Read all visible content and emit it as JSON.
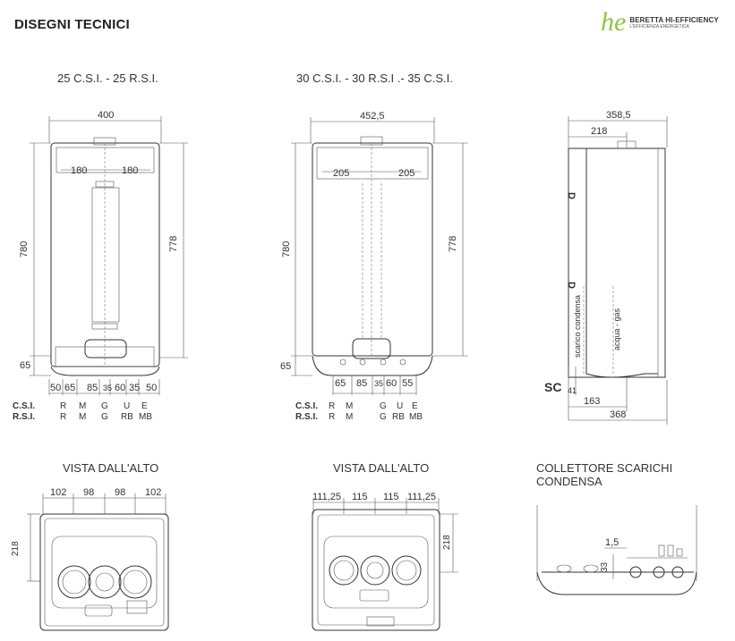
{
  "header": {
    "title": "DISEGNI TECNICI"
  },
  "logo": {
    "mark": "he",
    "brand": "BERETTA HI-EFFICIENCY",
    "tagline": "L'EFFICIENZA ENERGETICA"
  },
  "front_25": {
    "caption": "25 C.S.I. -  25 R.S.I.",
    "dims": {
      "width": "400",
      "half_left": "180",
      "half_right": "180",
      "height": "780",
      "inner_height": "778",
      "bottom": "65"
    },
    "bottom_spacing": [
      "50",
      "65",
      "85",
      "35",
      "60",
      "35",
      "50"
    ],
    "csi": {
      "label": "C.S.I.",
      "codes": [
        "R",
        "M",
        "G",
        "U",
        "E"
      ]
    },
    "rsi": {
      "label": "R.S.I.",
      "codes": [
        "R",
        "M",
        "G",
        "RB",
        "MB"
      ]
    }
  },
  "front_30": {
    "caption": "30 C.S.I. -  30 R.S.I .- 35 C.S.I.",
    "dims": {
      "width": "452,5",
      "half_left": "205",
      "half_right": "205",
      "height": "780",
      "inner_height": "778",
      "bottom": "65"
    },
    "bottom_spacing": [
      "65",
      "85",
      "35",
      "60",
      "55"
    ],
    "csi": {
      "label": "C.S.I.",
      "codes": [
        "R",
        "M",
        "G",
        "U",
        "E"
      ]
    },
    "rsi": {
      "label": "R.S.I.",
      "codes": [
        "R",
        "M",
        "G",
        "RB",
        "MB"
      ]
    }
  },
  "side": {
    "dims": {
      "depth": "358,5",
      "top": "218",
      "sc": "SC",
      "offset": "41",
      "bottom_a": "163",
      "bottom_b": "368"
    },
    "labels": {
      "scarico": "scarico condensa",
      "acqua": "acqua - gas"
    },
    "markers": [
      "D",
      "D"
    ]
  },
  "top_view_25": {
    "caption": "VISTA DALL'ALTO",
    "dims": [
      "102",
      "98",
      "98",
      "102"
    ],
    "side_dim": "218"
  },
  "top_view_30": {
    "caption": "VISTA DALL'ALTO",
    "dims": [
      "111,25",
      "115",
      "115",
      "111,25"
    ],
    "side_dim": "218"
  },
  "collettore": {
    "caption": "COLLETTORE SCARICHI CONDENSA",
    "dims": {
      "a": "1,5",
      "b": "33"
    }
  }
}
